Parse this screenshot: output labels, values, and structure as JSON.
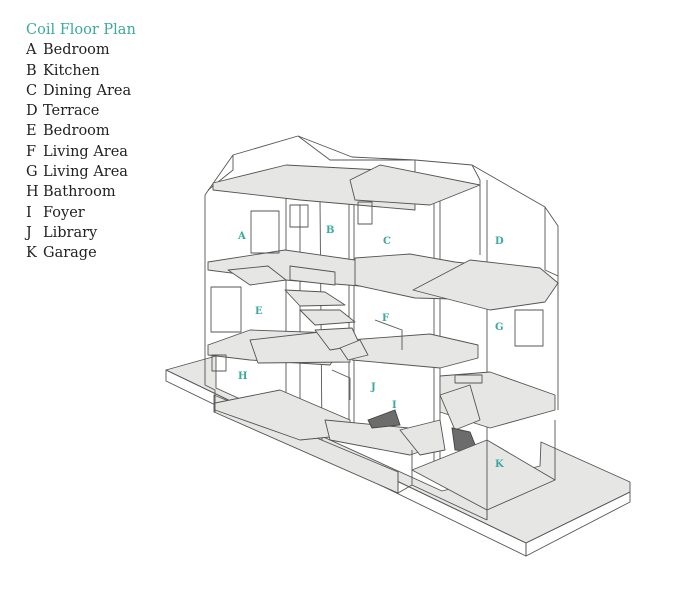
{
  "legend": {
    "title": "Coil Floor Plan",
    "items": [
      {
        "key": "A",
        "label": "Bedroom"
      },
      {
        "key": "B",
        "label": "Kitchen"
      },
      {
        "key": "C",
        "label": "Dining Area"
      },
      {
        "key": "D",
        "label": "Terrace"
      },
      {
        "key": "E",
        "label": "Bedroom"
      },
      {
        "key": "F",
        "label": "Living Area"
      },
      {
        "key": "G",
        "label": "Living Area"
      },
      {
        "key": "H",
        "label": "Bathroom"
      },
      {
        "key": "I",
        "label": "Foyer"
      },
      {
        "key": "J",
        "label": "Library"
      },
      {
        "key": "K",
        "label": "Garage"
      }
    ]
  },
  "colors": {
    "accent": "#3aa9a0",
    "text": "#222222",
    "line": "#555555",
    "floor_fill": "#e6e6e4"
  },
  "room_labels": [
    "A",
    "B",
    "C",
    "D",
    "E",
    "F",
    "G",
    "H",
    "I",
    "J",
    "K"
  ]
}
